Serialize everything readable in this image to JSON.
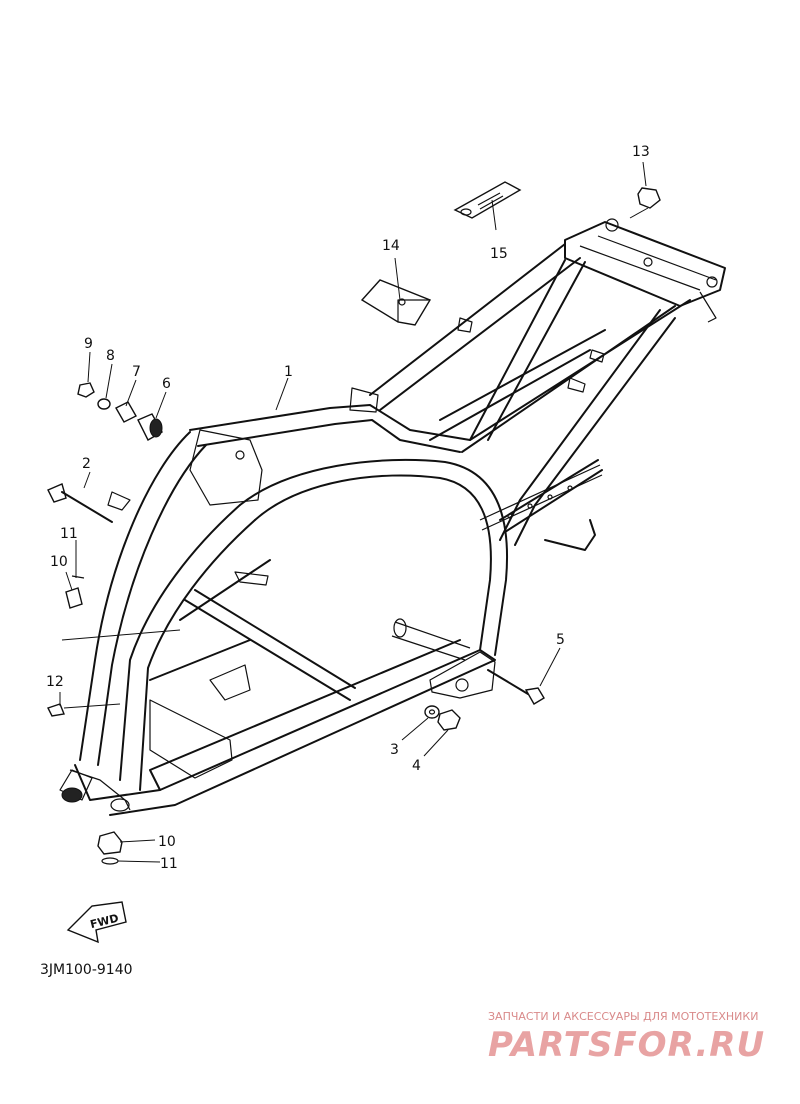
{
  "diagram": {
    "part_code": "3JM100-9140",
    "fwd_label": "FWD",
    "callouts": [
      {
        "id": "c1",
        "label": "1"
      },
      {
        "id": "c2",
        "label": "2"
      },
      {
        "id": "c3",
        "label": "3"
      },
      {
        "id": "c4",
        "label": "4"
      },
      {
        "id": "c5",
        "label": "5"
      },
      {
        "id": "c6",
        "label": "6"
      },
      {
        "id": "c7",
        "label": "7"
      },
      {
        "id": "c8",
        "label": "8"
      },
      {
        "id": "c9",
        "label": "9"
      },
      {
        "id": "c10a",
        "label": "10"
      },
      {
        "id": "c10b",
        "label": "10"
      },
      {
        "id": "c11a",
        "label": "11"
      },
      {
        "id": "c11b",
        "label": "11"
      },
      {
        "id": "c12",
        "label": "12"
      },
      {
        "id": "c13",
        "label": "13"
      },
      {
        "id": "c14",
        "label": "14"
      },
      {
        "id": "c15",
        "label": "15"
      }
    ]
  },
  "watermark": {
    "tagline": "ЗАПЧАСТИ И АКСЕССУАРЫ ДЛЯ МОТОТЕХНИКИ",
    "brand": "PARTSFOR.RU",
    "color": "#e8a3a3"
  }
}
